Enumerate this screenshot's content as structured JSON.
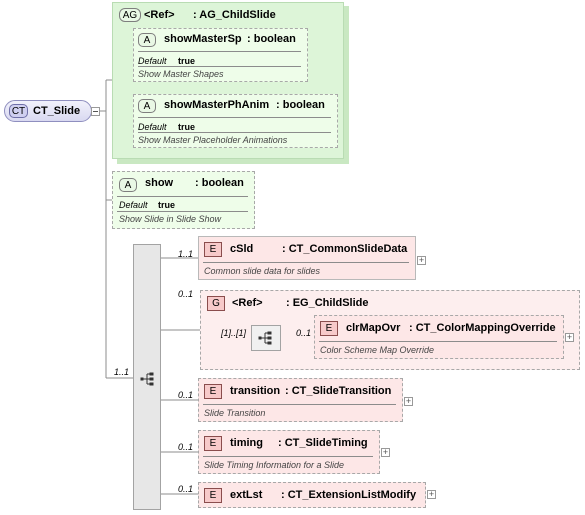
{
  "root": {
    "badge": "CT",
    "name": "CT_Slide"
  },
  "ag_group": {
    "badge": "AG",
    "ref": "<Ref>",
    "name": ": AG_ChildSlide",
    "attrs": [
      {
        "badge": "A",
        "name": "showMasterSp",
        "type": ": boolean",
        "default_label": "Default",
        "default_value": "true",
        "desc": "Show Master Shapes"
      },
      {
        "badge": "A",
        "name": "showMasterPhAnim",
        "type": ": boolean",
        "default_label": "Default",
        "default_value": "true",
        "desc": "Show Master Placeholder Animations"
      }
    ]
  },
  "show_attr": {
    "badge": "A",
    "name": "show",
    "type": ": boolean",
    "default_label": "Default",
    "default_value": "true",
    "desc": "Show Slide in Slide Show"
  },
  "sequence_card": "1..1",
  "elements": {
    "csld": {
      "badge": "E",
      "name": "cSld",
      "type": ": CT_CommonSlideData",
      "card": "1..1",
      "desc": "Common slide data for slides"
    },
    "eg_group": {
      "badge": "G",
      "ref": "<Ref>",
      "name": ": EG_ChildSlide",
      "card": "0..1",
      "inner_card": "[1]..[1]",
      "child": {
        "badge": "E",
        "name": "clrMapOvr",
        "type": ": CT_ColorMappingOverride",
        "card": "0..1",
        "desc": "Color Scheme Map Override"
      }
    },
    "transition": {
      "badge": "E",
      "name": "transition",
      "type": ": CT_SlideTransition",
      "card": "0..1",
      "desc": "Slide Transition"
    },
    "timing": {
      "badge": "E",
      "name": "timing",
      "type": ": CT_SlideTiming",
      "card": "0..1",
      "desc": "Slide Timing Information for a Slide"
    },
    "extlst": {
      "badge": "E",
      "name": "extLst",
      "type": ": CT_ExtensionListModify",
      "card": "0..1"
    }
  },
  "plus_sign": "+"
}
